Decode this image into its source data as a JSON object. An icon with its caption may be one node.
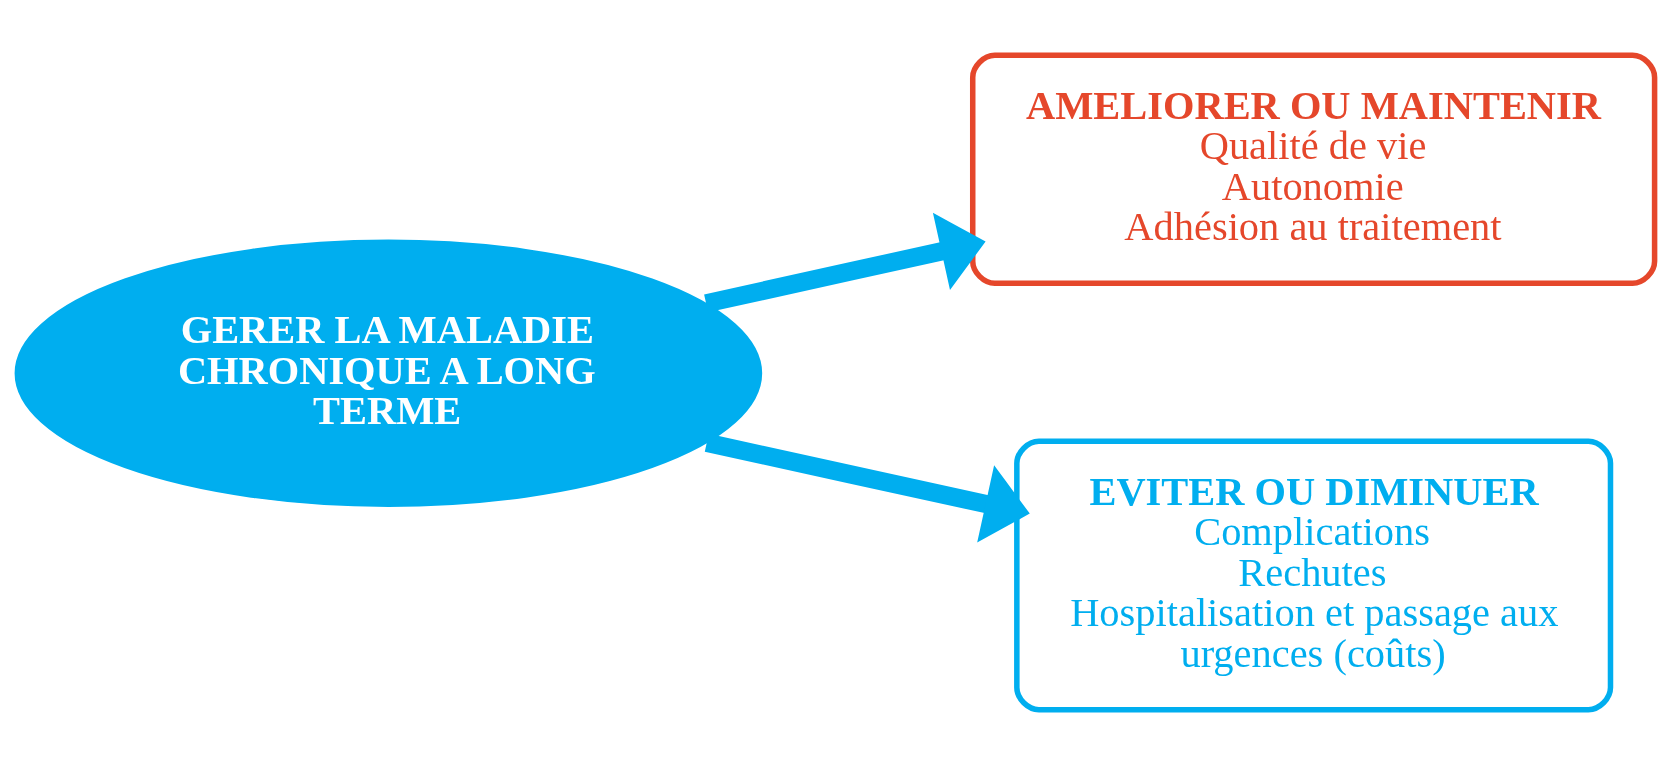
{
  "diagram": {
    "nodes": [
      {
        "text": [
          "GERER LA MALADIE CHRONIQUE A LONG TERME"
        ]
      },
      {
        "text": [
          "AMELIORER OU MAINTENIR",
          "Qualité de vie",
          "Autonomie",
          "Adhésion au traitement"
        ]
      },
      {
        "text": [
          "EVITER OU DIMINUER",
          "Complications",
          "Rechutes",
          "Hospitalisation et passage aux urgences (coûts)"
        ]
      }
    ],
    "edges": [
      {
        "from": 0,
        "to": 1,
        "arrow": "to"
      },
      {
        "from": 0,
        "to": 2,
        "arrow": "to"
      }
    ]
  }
}
